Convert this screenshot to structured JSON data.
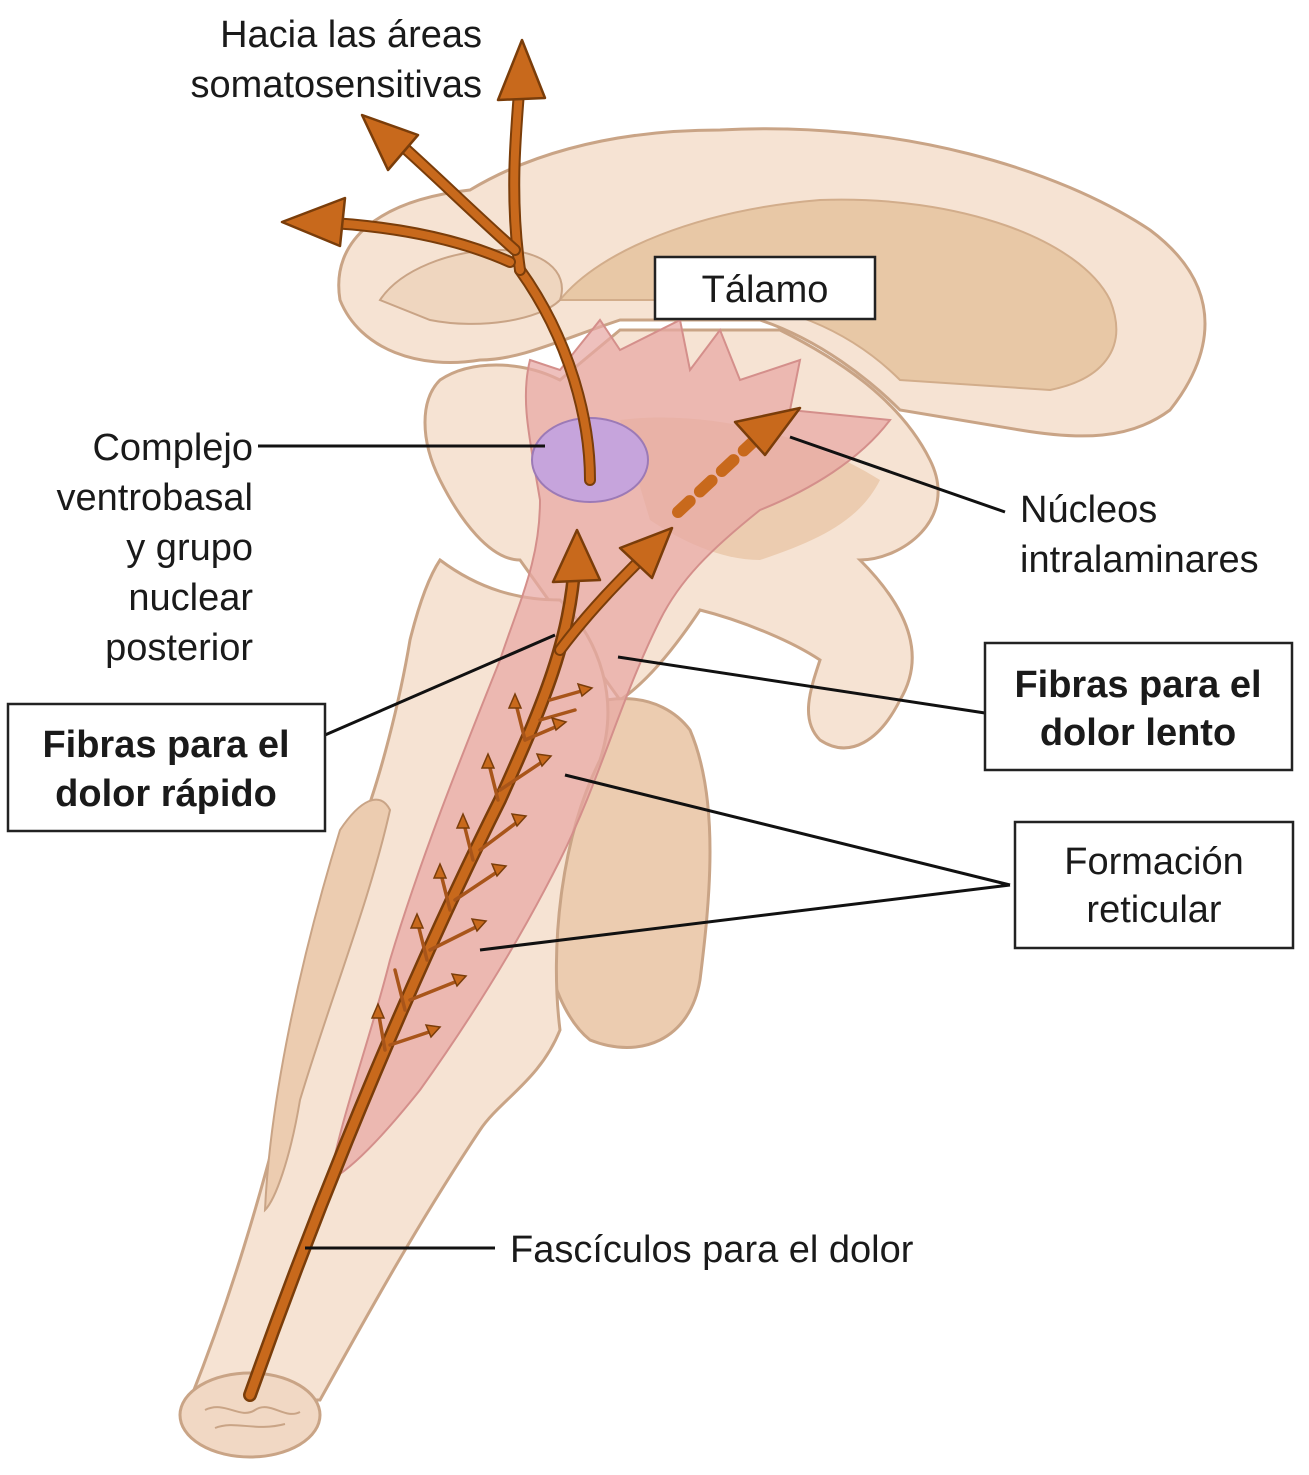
{
  "colors": {
    "tissue_light": "#f6e3d3",
    "tissue_mid": "#ecccb0",
    "tissue_outline": "#c9a486",
    "thalamus_inner": "#e8c8a6",
    "pathway_pink": "#e8a7a3",
    "nucleus_violet": "#c6a4dc",
    "fiber_orange": "#c8691c",
    "fiber_outline": "#7a3d0a"
  },
  "labels": {
    "somatosensory": [
      "Hacia las áreas",
      "somatosensitivas"
    ],
    "thalamus": "Tálamo",
    "ventrobasal": [
      "Complejo",
      "ventrobasal",
      "y grupo",
      "nuclear",
      "posterior"
    ],
    "intralaminar": [
      "Núcleos",
      "intralaminares"
    ],
    "slow_pain": [
      "Fibras para el",
      "dolor lento"
    ],
    "fast_pain": [
      "Fibras para el",
      "dolor rápido"
    ],
    "reticular": [
      "Formación",
      "reticular"
    ],
    "pain_tracts": "Fascículos para el dolor"
  }
}
